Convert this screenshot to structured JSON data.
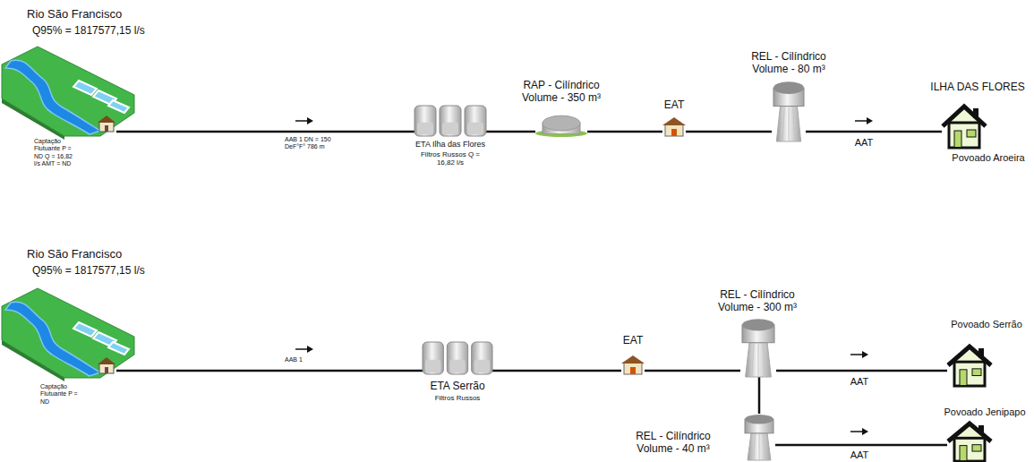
{
  "diagram": {
    "nodes": [
      {
        "text": [
          "Rio São Francisco",
          "Q95% = 1817577,15 l/s",
          "Captação Flutuante P = ND Q = 16,82 l/s AMT = ND"
        ]
      },
      {
        "text": [
          "ETA Ilha das Flores",
          "Filtros Russos Q = 16,82 l/s"
        ]
      },
      {
        "text": [
          "RAP - Cilíndrico Volume - 350 m³"
        ]
      },
      {
        "text": [
          "EAT"
        ]
      },
      {
        "text": [
          "REL - Cilíndrico Volume - 80 m³"
        ]
      },
      {
        "text": [
          "ILHA DAS FLORES",
          "Povoado Aroeira"
        ]
      },
      {
        "text": [
          "Rio São Francisco",
          "Q95% = 1817577,15 l/s",
          "Captação Flutuante P = ND"
        ]
      },
      {
        "text": [
          "ETA Serrão",
          "Filtros Russos"
        ]
      },
      {
        "text": [
          "EAT"
        ]
      },
      {
        "text": [
          "REL - Cilíndrico Volume - 300 m³"
        ]
      },
      {
        "text": [
          "REL - Cilíndrico Volume - 40 m³"
        ]
      },
      {
        "text": [
          "Povoado Serrão"
        ]
      },
      {
        "text": [
          "Povoado Jenipapo"
        ]
      }
    ],
    "edges": [
      {
        "from": 0,
        "to": 1,
        "label": "AAB 1 DN = 150 DeF°F° 786 m",
        "arrow": "none"
      },
      {
        "from": 1,
        "to": 2,
        "arrow": "none"
      },
      {
        "from": 2,
        "to": 3,
        "arrow": "none"
      },
      {
        "from": 3,
        "to": 4,
        "arrow": "none"
      },
      {
        "from": 4,
        "to": 5,
        "label": "AAT",
        "arrow": "none"
      },
      {
        "from": 6,
        "to": 7,
        "label": "AAB 1",
        "arrow": "none"
      },
      {
        "from": 7,
        "to": 8,
        "arrow": "none"
      },
      {
        "from": 8,
        "to": 9,
        "arrow": "none"
      },
      {
        "from": 9,
        "to": 11,
        "label": "AAT",
        "arrow": "none"
      },
      {
        "from": 9,
        "to": 10,
        "arrow": "none"
      },
      {
        "from": 10,
        "to": 12,
        "label": "AAT",
        "arrow": "none"
      }
    ]
  }
}
